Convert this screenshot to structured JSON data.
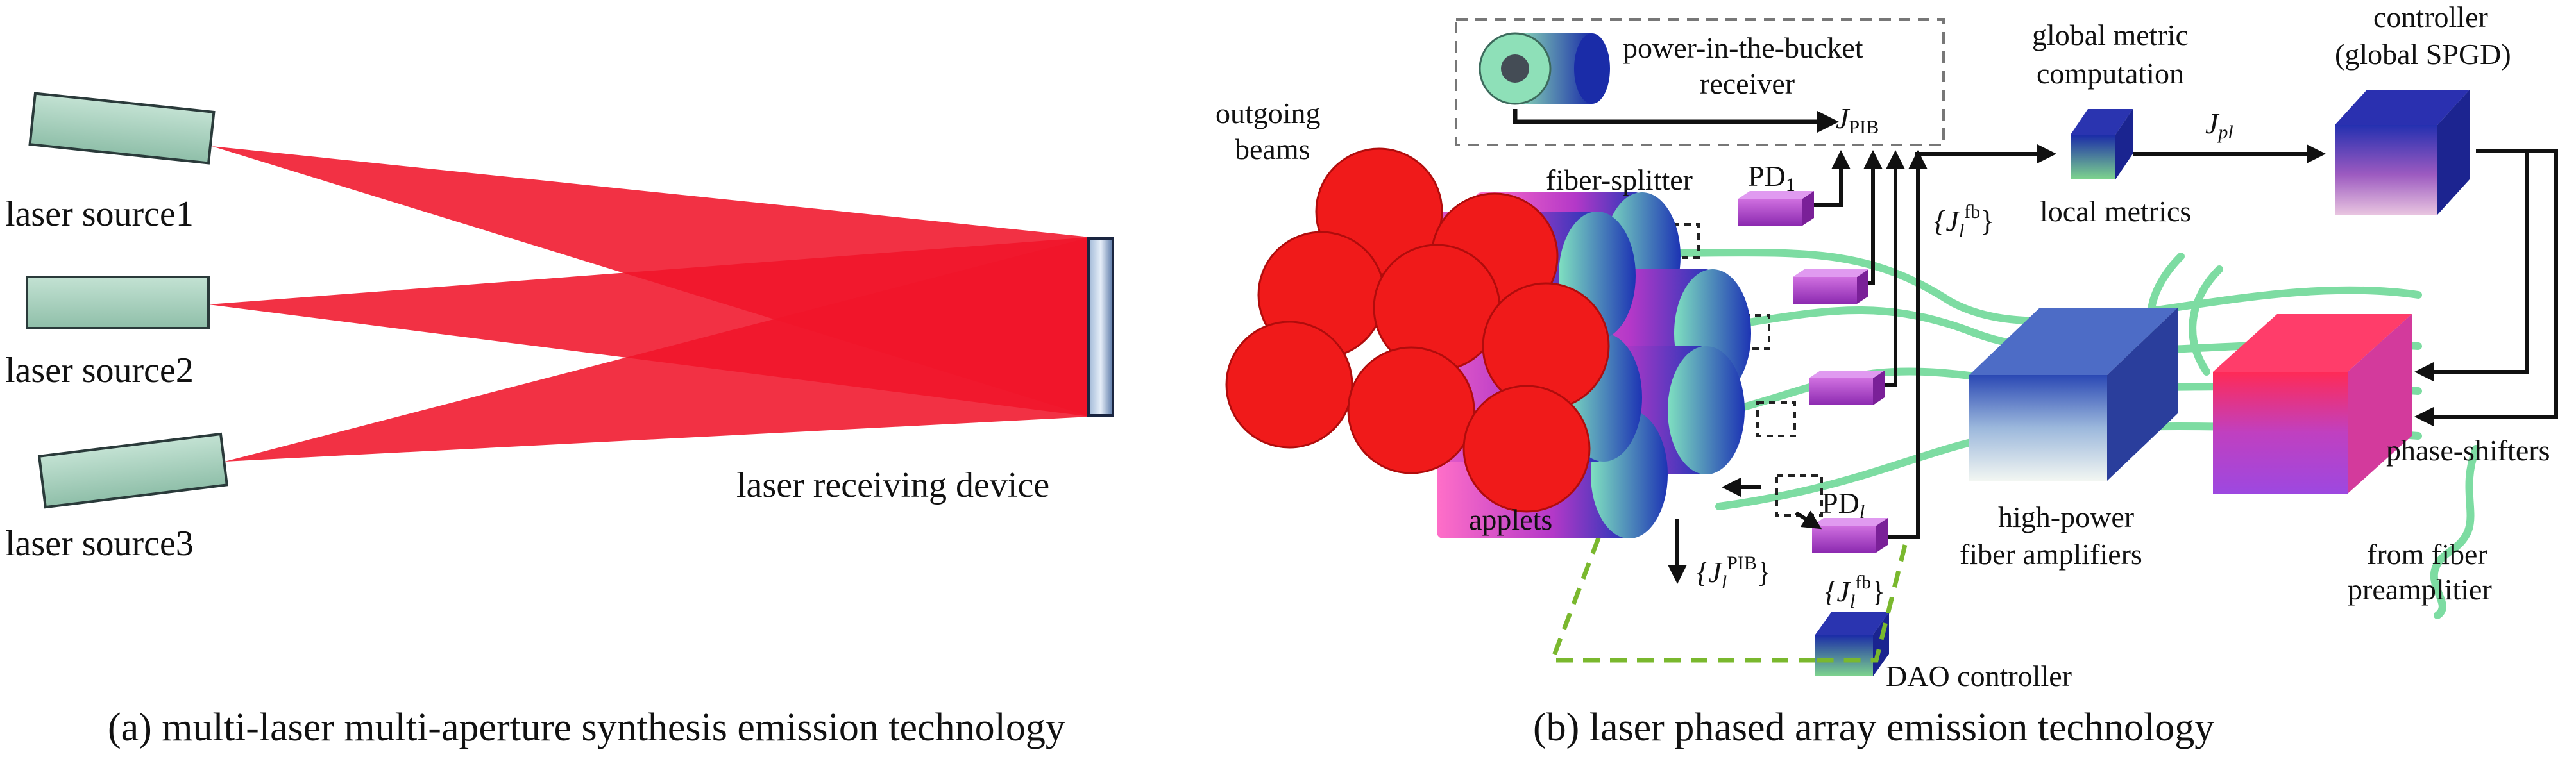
{
  "panel_a": {
    "sources": [
      {
        "label": "laser source1"
      },
      {
        "label": "laser source2"
      },
      {
        "label": "laser source3"
      }
    ],
    "receiver_label": "laser receiving device",
    "caption": "(a) multi-laser multi-aperture synthesis emission technology"
  },
  "panel_b": {
    "pib_receiver": {
      "line1": "power-in-the-bucket",
      "line2": "receiver"
    },
    "j_pib": {
      "main": "J",
      "sub": "PIB"
    },
    "global_metric": {
      "line1": "global metric",
      "line2": "computation"
    },
    "j_pl": {
      "main": "J",
      "sub": "pl"
    },
    "controller": {
      "line1": "controller",
      "line2": "(global SPGD)"
    },
    "outgoing_beams": {
      "line1": "outgoing",
      "line2": "beams"
    },
    "fiber_splitter": "fiber-splitter",
    "pd1": {
      "main": "PD",
      "sub": "1"
    },
    "local_metrics": "local metrics",
    "jl_fb_top": {
      "open": "{J",
      "sub": "l",
      "sup": "fb",
      "close": "}"
    },
    "phase_shifters": "phase-shifters",
    "applets": "applets",
    "pdl": {
      "main": "PD",
      "sub": "l"
    },
    "high_power": {
      "line1": "high-power",
      "line2": "fiber amplifiers"
    },
    "from_fiber": {
      "line1": "from fiber",
      "line2": "preamplitier"
    },
    "jl_pib": {
      "open": "{J",
      "sub": "l",
      "sup": "PIB",
      "close": "}"
    },
    "jl_fb_bottom": {
      "open": "{J",
      "sub": "l",
      "sup": "fb",
      "close": "}"
    },
    "dao_controller": "DAO controller",
    "caption": "(b) laser phased array emission technology"
  },
  "colors": {
    "beam_red": "#f0142a",
    "source_fill": "#a9d1bf",
    "fiber_green": "#7ddca2",
    "dao_dash": "#7ab82e",
    "box_blue": "#1e2fb0",
    "magenta": "#c048c8"
  }
}
